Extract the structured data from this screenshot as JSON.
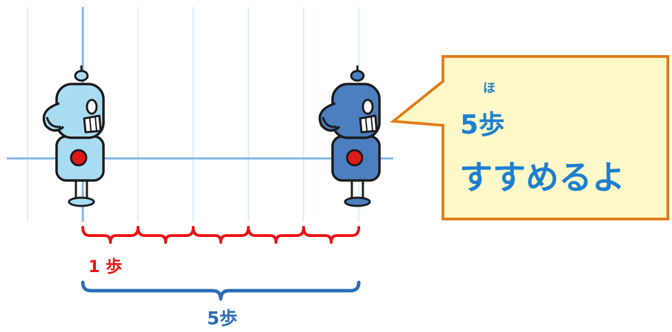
{
  "colors": {
    "grid_minor": "#cdeaf6",
    "grid_major": "#7fb3ea",
    "step_brace": "#ee1111",
    "total_brace": "#2a6db5",
    "robot_light": "#a8dcf3",
    "robot_dark": "#4b7fc0",
    "robot_outline": "#1a1a1a",
    "robot_core": "#e01818",
    "bubble_fill": "#fdf8c7",
    "bubble_border": "#e07d1a",
    "bubble_text": "#1e7fd0"
  },
  "step_count": 5,
  "robots": [
    {
      "name": "robot-start",
      "state": "start",
      "body_color": "light"
    },
    {
      "name": "robot-end",
      "state": "end",
      "body_color": "dark"
    }
  ],
  "bubble": {
    "ruby": "ほ",
    "line1": "5歩",
    "line2": "すすめるよ"
  },
  "labels": {
    "one_step": "1 歩",
    "five_steps": "5歩"
  }
}
